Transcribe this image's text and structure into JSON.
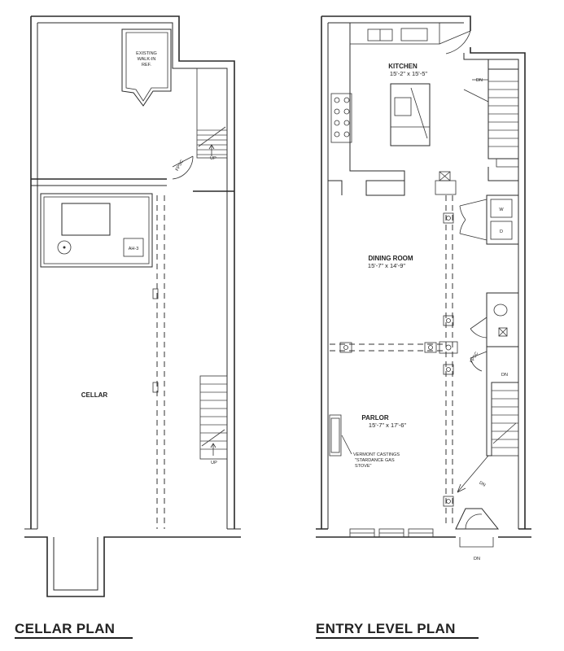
{
  "cellar": {
    "title": "CELLAR PLAN",
    "room_label": "CELLAR",
    "walkin_line1": "EXISTING",
    "walkin_line2": "WALK-IN",
    "walkin_line3": "REF.",
    "equipment_label": "AH-3",
    "stair_up_top": "UP",
    "stair_up_bottom": "UP",
    "door_tag": "FPSC"
  },
  "entry": {
    "title": "ENTRY LEVEL PLAN",
    "kitchen": {
      "name": "KITCHEN",
      "size": "15'-2\" x 15'-5\""
    },
    "dining": {
      "name": "DINING ROOM",
      "size": "15'-7\" x 14'-9\""
    },
    "parlor": {
      "name": "PARLOR",
      "size": "15'-7\" x 17'-6\""
    },
    "stove_line1": "VERMONT CASTINGS",
    "stove_line2": "\"STARDANCE GAS",
    "stove_line3": "STOVE\"",
    "washer": "W",
    "dryer": "D",
    "stair_dn_top": "DN",
    "stair_dn_mid": "DN",
    "stair_dn_entry": "DN",
    "stair_dn_bottom": "DN",
    "door_tag": "FPSC"
  }
}
